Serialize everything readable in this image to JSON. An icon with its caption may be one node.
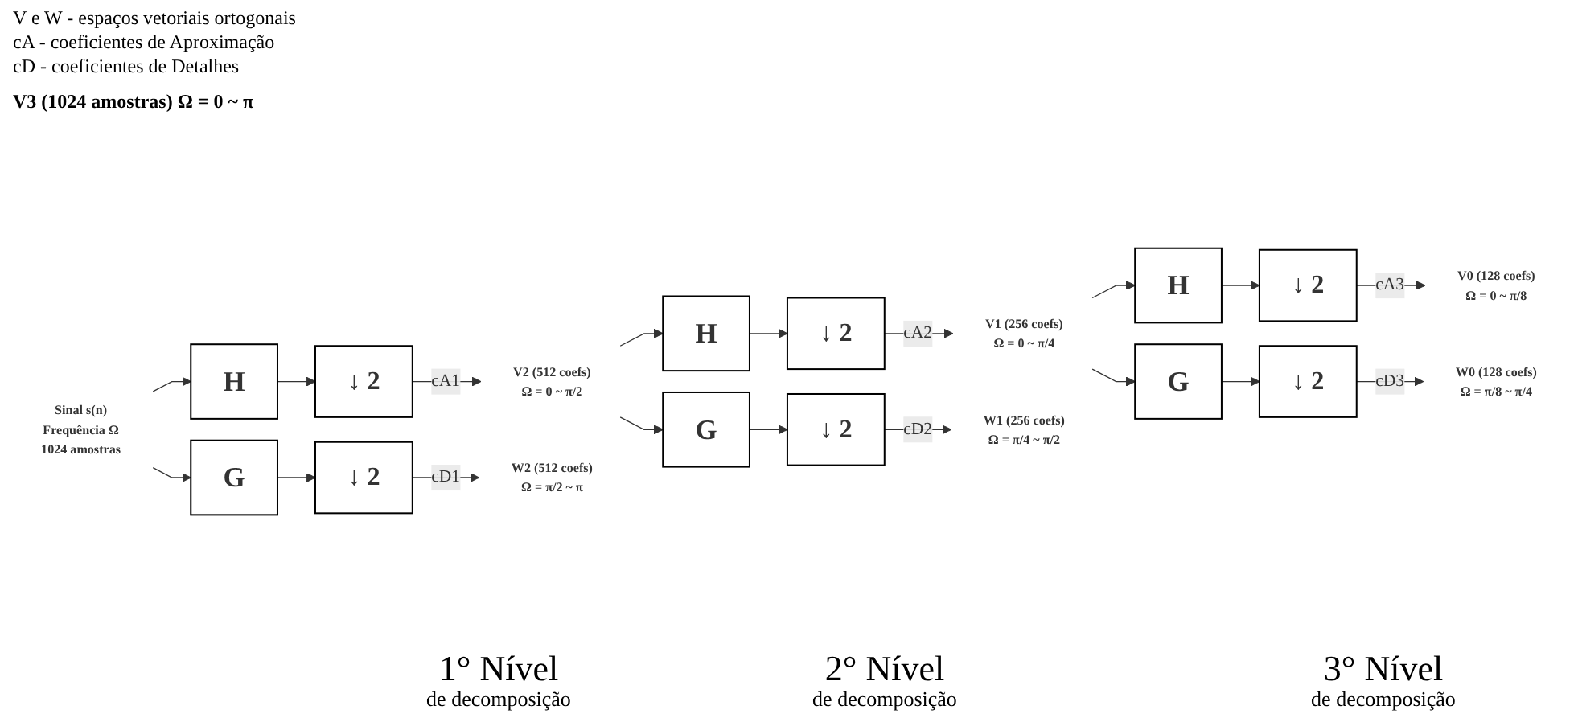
{
  "diagram": {
    "nodes": [
      {
        "text": [
          "Sinal s(n)"
        ],
        "beside": [
          "Frequência Ω",
          "1024 amostras"
        ]
      },
      {
        "text": [
          "H"
        ]
      },
      {
        "text": [
          "↓ 2"
        ]
      },
      {
        "text": [
          "G"
        ]
      },
      {
        "text": [
          "↓ 2"
        ]
      },
      {
        "text": [
          "V2 (512 coefs)",
          "Ω = 0 ~ π/2"
        ]
      },
      {
        "text": [
          "W2 (512 coefs)",
          "Ω = π/2 ~ π"
        ]
      },
      {
        "text": [
          "H"
        ]
      },
      {
        "text": [
          "↓ 2"
        ]
      },
      {
        "text": [
          "G"
        ]
      },
      {
        "text": [
          "↓ 2"
        ]
      },
      {
        "text": [
          "V1 (256 coefs)",
          "Ω = 0 ~ π/4"
        ]
      },
      {
        "text": [
          "W1 (256 coefs)",
          "Ω = π/4 ~ π/2"
        ]
      },
      {
        "text": [
          "H"
        ]
      },
      {
        "text": [
          "↓ 2"
        ]
      },
      {
        "text": [
          "G"
        ]
      },
      {
        "text": [
          "↓ 2"
        ]
      },
      {
        "text": [
          "V0 (128 coefs)",
          "Ω = 0 ~ π/8"
        ]
      },
      {
        "text": [
          "W0 (128 coefs)",
          "Ω = π/8 ~ π/4"
        ]
      }
    ],
    "edges": [
      {
        "from": 0,
        "to": 1,
        "arrow": "to"
      },
      {
        "from": 0,
        "to": 3,
        "arrow": "to"
      },
      {
        "from": 1,
        "to": 2,
        "arrow": "to"
      },
      {
        "from": 3,
        "to": 4,
        "arrow": "to"
      },
      {
        "from": 2,
        "to": 5,
        "arrow": "to",
        "label": "cA1"
      },
      {
        "from": 4,
        "to": 6,
        "arrow": "to",
        "label": "cD1"
      },
      {
        "from": 5,
        "to": 7,
        "arrow": "to"
      },
      {
        "from": 5,
        "to": 9,
        "arrow": "to"
      },
      {
        "from": 7,
        "to": 8,
        "arrow": "to"
      },
      {
        "from": 9,
        "to": 10,
        "arrow": "to"
      },
      {
        "from": 8,
        "to": 11,
        "arrow": "to",
        "label": "cA2"
      },
      {
        "from": 10,
        "to": 12,
        "arrow": "to",
        "label": "cD2"
      },
      {
        "from": 11,
        "to": 13,
        "arrow": "to"
      },
      {
        "from": 11,
        "to": 15,
        "arrow": "to"
      },
      {
        "from": 13,
        "to": 14,
        "arrow": "to"
      },
      {
        "from": 15,
        "to": 16,
        "arrow": "to"
      },
      {
        "from": 14,
        "to": 17,
        "arrow": "to",
        "label": "cA3"
      },
      {
        "from": 16,
        "to": 18,
        "arrow": "to",
        "label": "cD3"
      }
    ],
    "labels": [
      "V e W - espaços vetoriais ortogonais",
      "cA - coeficientes de Aproximação",
      "cD - coeficientes de Detalhes",
      "V3 (1024 amostras) Ω = 0 ~ π",
      "3° Nível",
      "de decomposição",
      "2° Nível",
      "de decomposição",
      "1° Nível",
      "de decomposição"
    ]
  }
}
